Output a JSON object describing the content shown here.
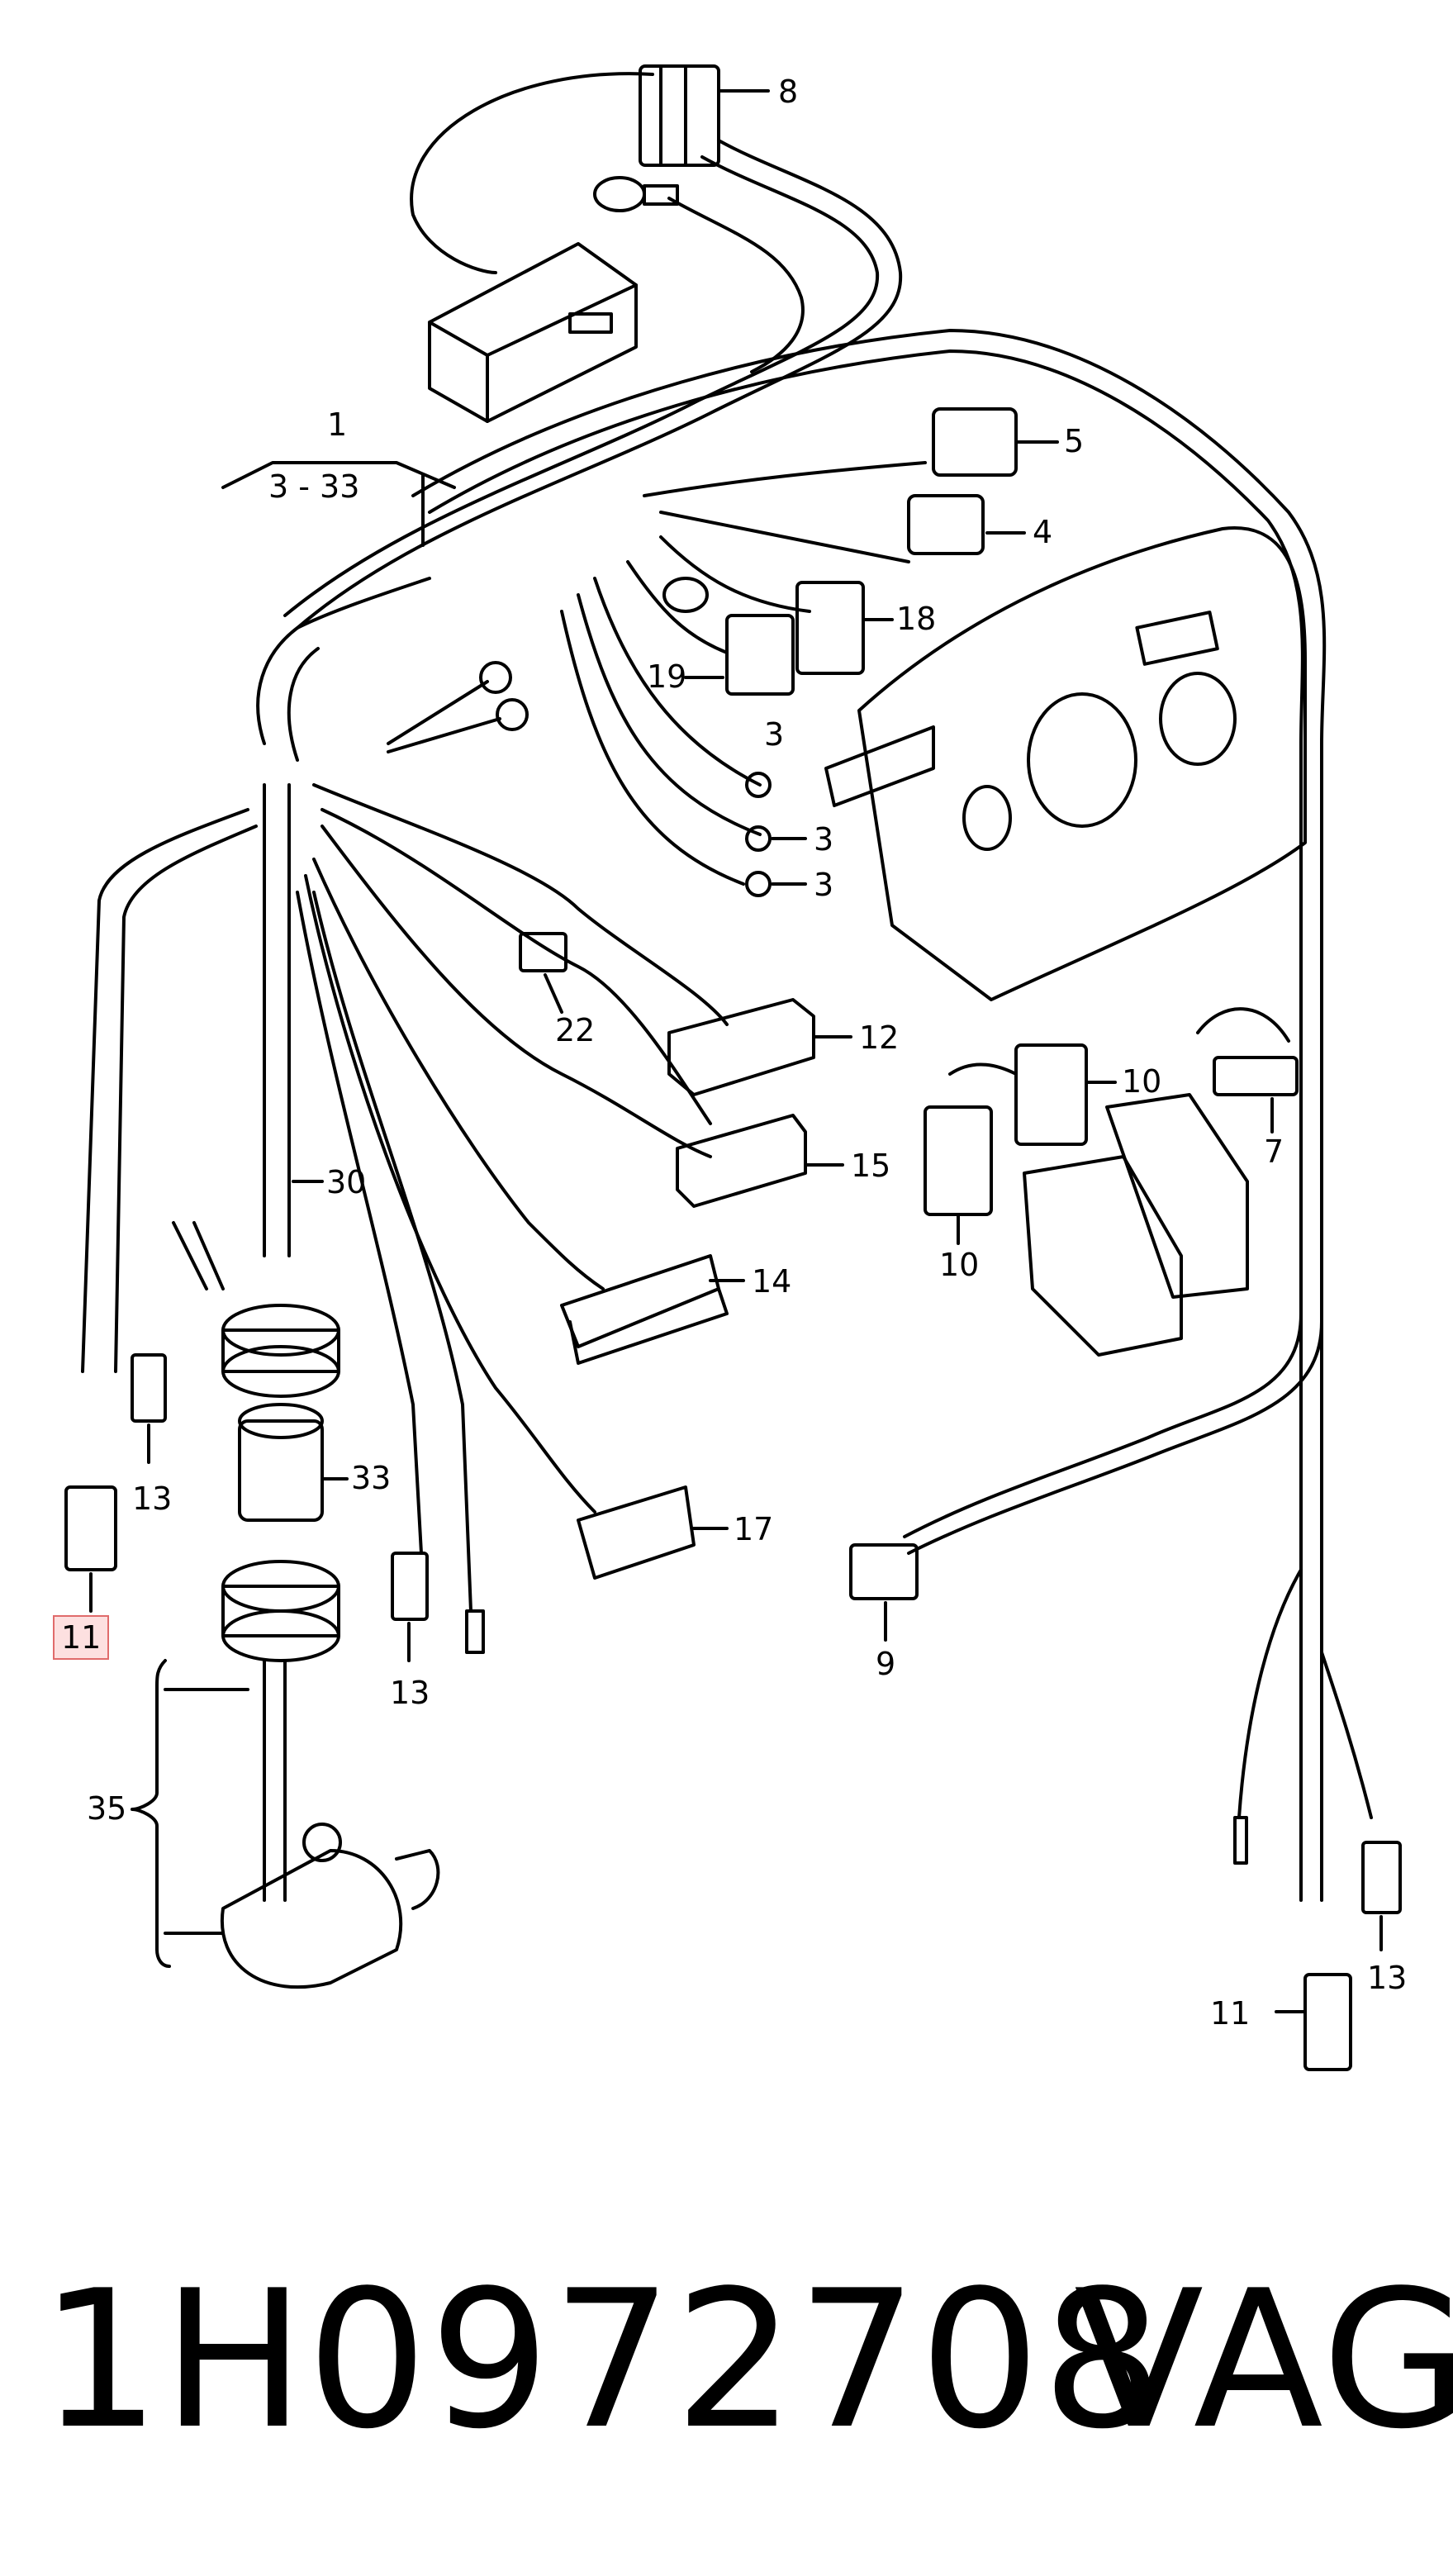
{
  "diagram": {
    "callouts": [
      {
        "id": "c8",
        "text": "8"
      },
      {
        "id": "c1",
        "text": "1"
      },
      {
        "id": "c1range",
        "text": "3 - 33"
      },
      {
        "id": "c5",
        "text": "5"
      },
      {
        "id": "c4",
        "text": "4"
      },
      {
        "id": "c18",
        "text": "18"
      },
      {
        "id": "c19",
        "text": "19"
      },
      {
        "id": "c3a",
        "text": "3"
      },
      {
        "id": "c3b",
        "text": "3"
      },
      {
        "id": "c3c",
        "text": "3"
      },
      {
        "id": "c22",
        "text": "22"
      },
      {
        "id": "c12",
        "text": "12"
      },
      {
        "id": "c10a",
        "text": "10"
      },
      {
        "id": "c7",
        "text": "7"
      },
      {
        "id": "c15",
        "text": "15"
      },
      {
        "id": "c10b",
        "text": "10"
      },
      {
        "id": "c30",
        "text": "30"
      },
      {
        "id": "c14",
        "text": "14"
      },
      {
        "id": "c13a",
        "text": "13"
      },
      {
        "id": "c33",
        "text": "33"
      },
      {
        "id": "c17",
        "text": "17"
      },
      {
        "id": "c9",
        "text": "9"
      },
      {
        "id": "c11a",
        "text": "11",
        "highlighted": true
      },
      {
        "id": "c13b",
        "text": "13"
      },
      {
        "id": "c35",
        "text": "35"
      },
      {
        "id": "c11b",
        "text": "11"
      },
      {
        "id": "c13c",
        "text": "13"
      }
    ],
    "colors": {
      "line": "#000000",
      "highlight_border": "#e06b6b",
      "highlight_fill": "#fde0e0"
    }
  },
  "footer": {
    "part_number": "1H0972708",
    "brand": "VAG"
  }
}
